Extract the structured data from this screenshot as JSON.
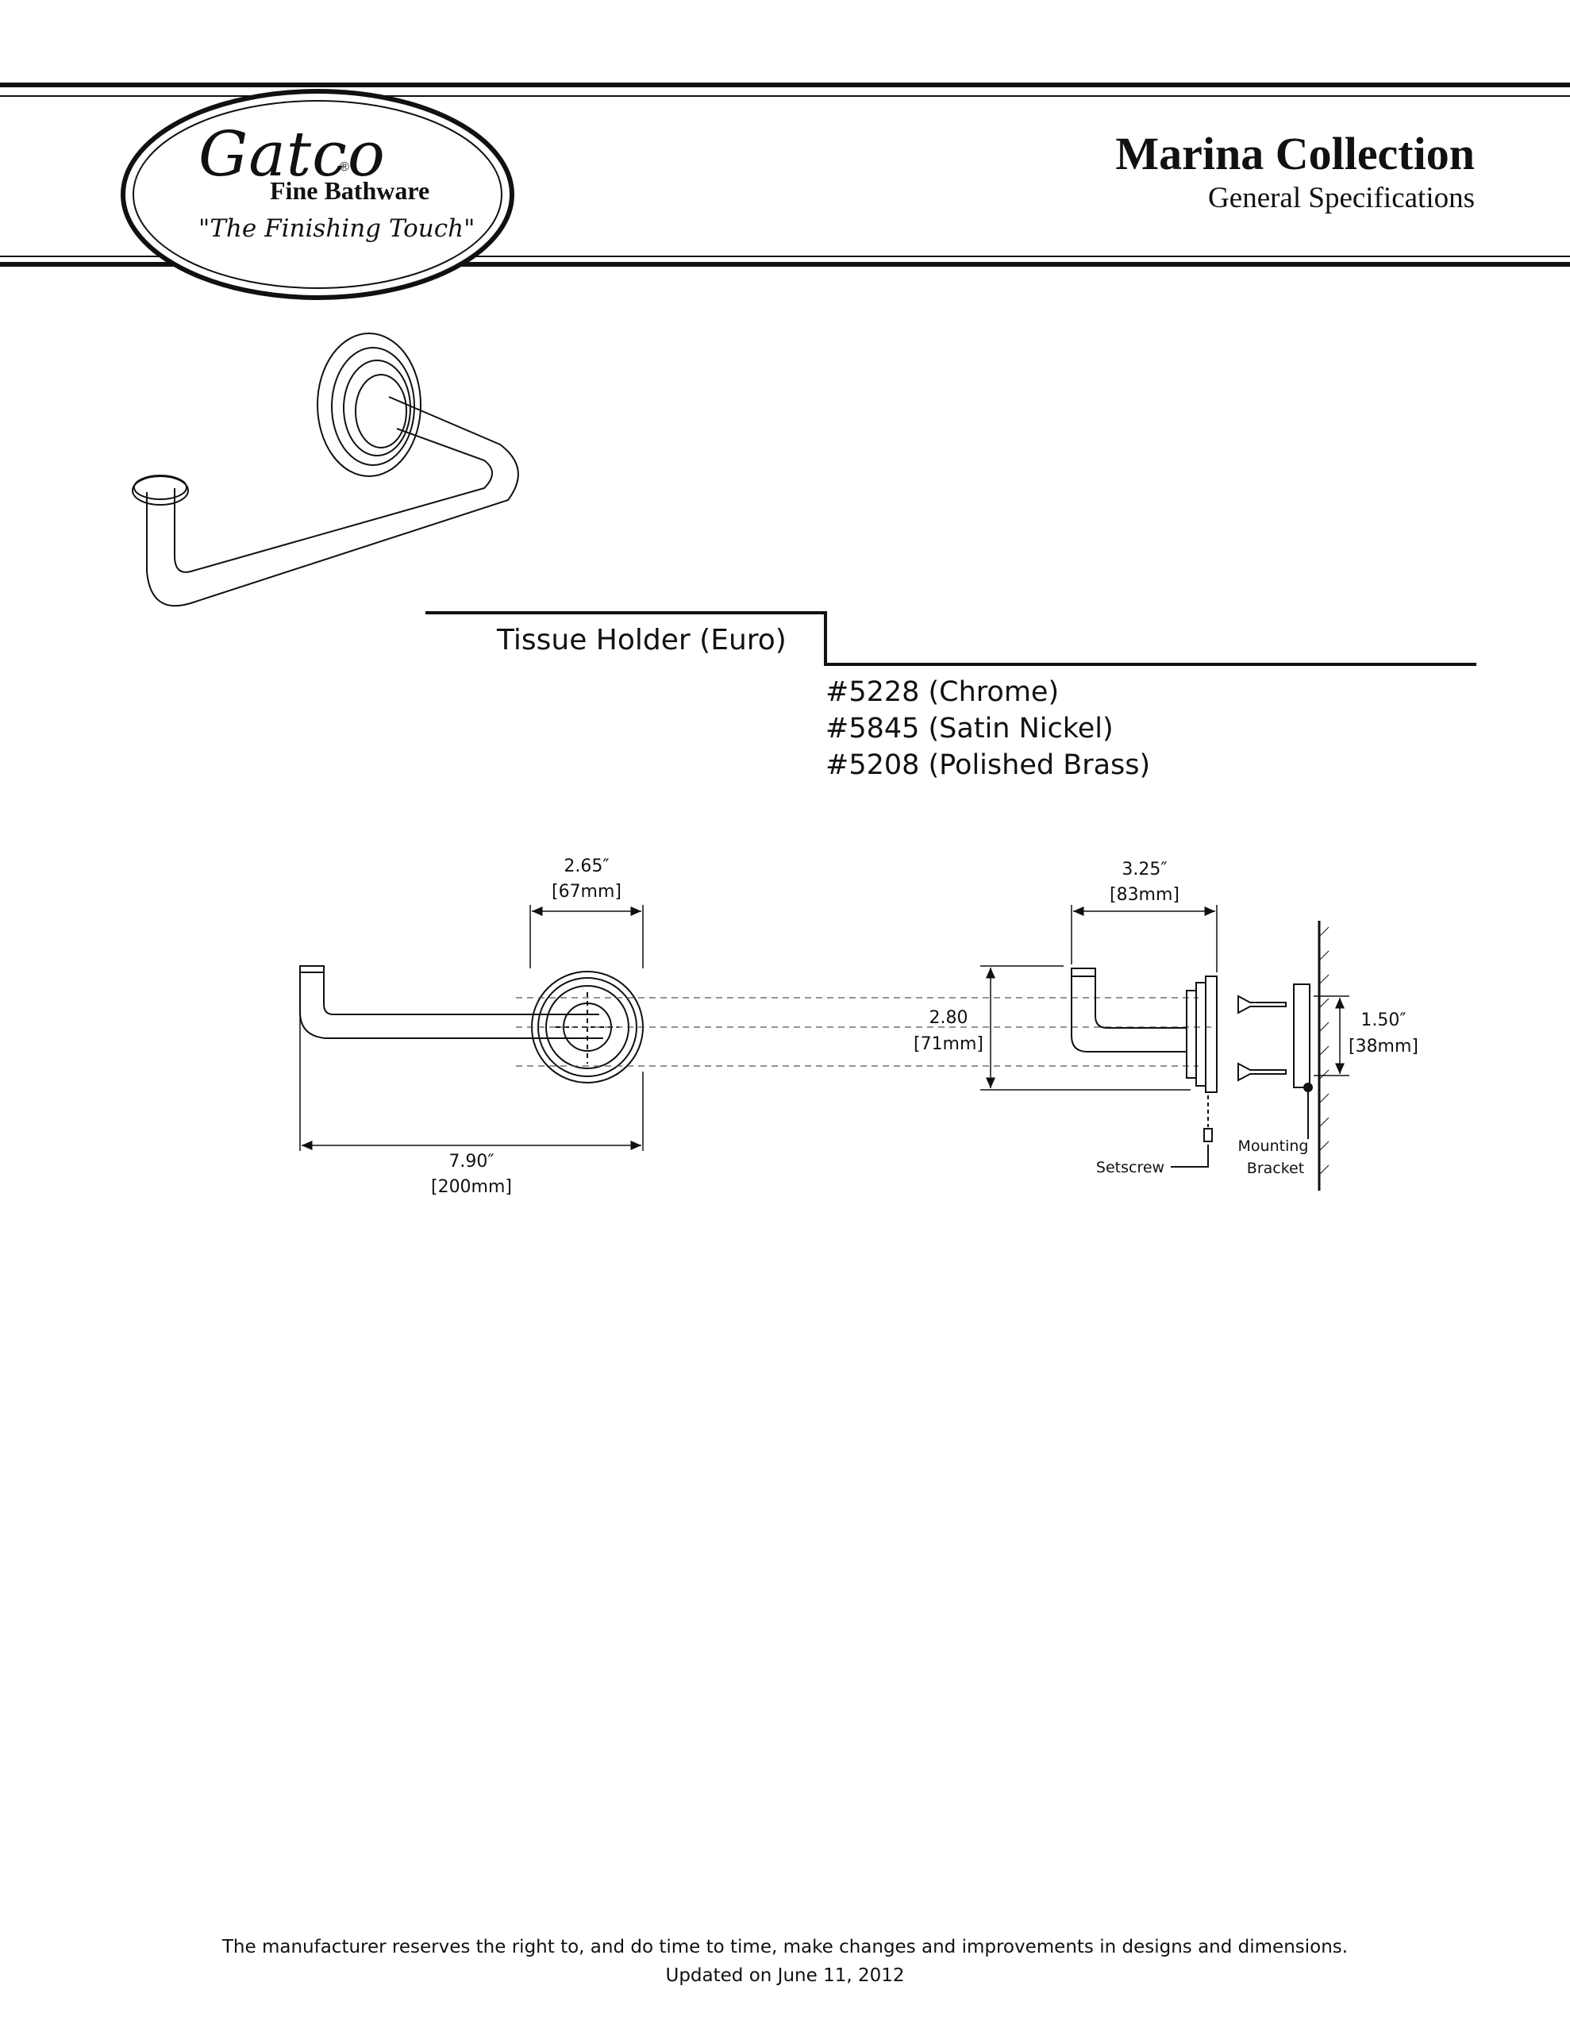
{
  "brand": {
    "logo_script": "Gatco",
    "registered_mark": "®",
    "line1": "Fine Bathware",
    "tagline": "\"The Finishing Touch\""
  },
  "header": {
    "title": "Marina Collection",
    "subtitle": "General Specifications"
  },
  "product": {
    "name": "Tissue Holder (Euro)",
    "skus": [
      "#5228 (Chrome)",
      "#5845 (Satin Nickel)",
      "#5208 (Polished Brass)"
    ]
  },
  "dimensions": {
    "front_backplate_in": "2.65″",
    "front_backplate_mm": "[67mm]",
    "front_length_in": "7.90″",
    "front_length_mm": "[200mm]",
    "side_depth_in": "3.25″",
    "side_depth_mm": "[83mm]",
    "side_height_in": "2.80",
    "side_height_mm": "[71mm]",
    "bracket_in": "1.50″",
    "bracket_mm": "[38mm]"
  },
  "callouts": {
    "setscrew": "Setscrew",
    "mounting_1": "Mounting",
    "mounting_2": "Bracket"
  },
  "footer": {
    "line1": "The manufacturer reserves the right to, and do time to time, make changes and improvements in designs and dimensions.",
    "line2": "Updated on June 11, 2012"
  }
}
